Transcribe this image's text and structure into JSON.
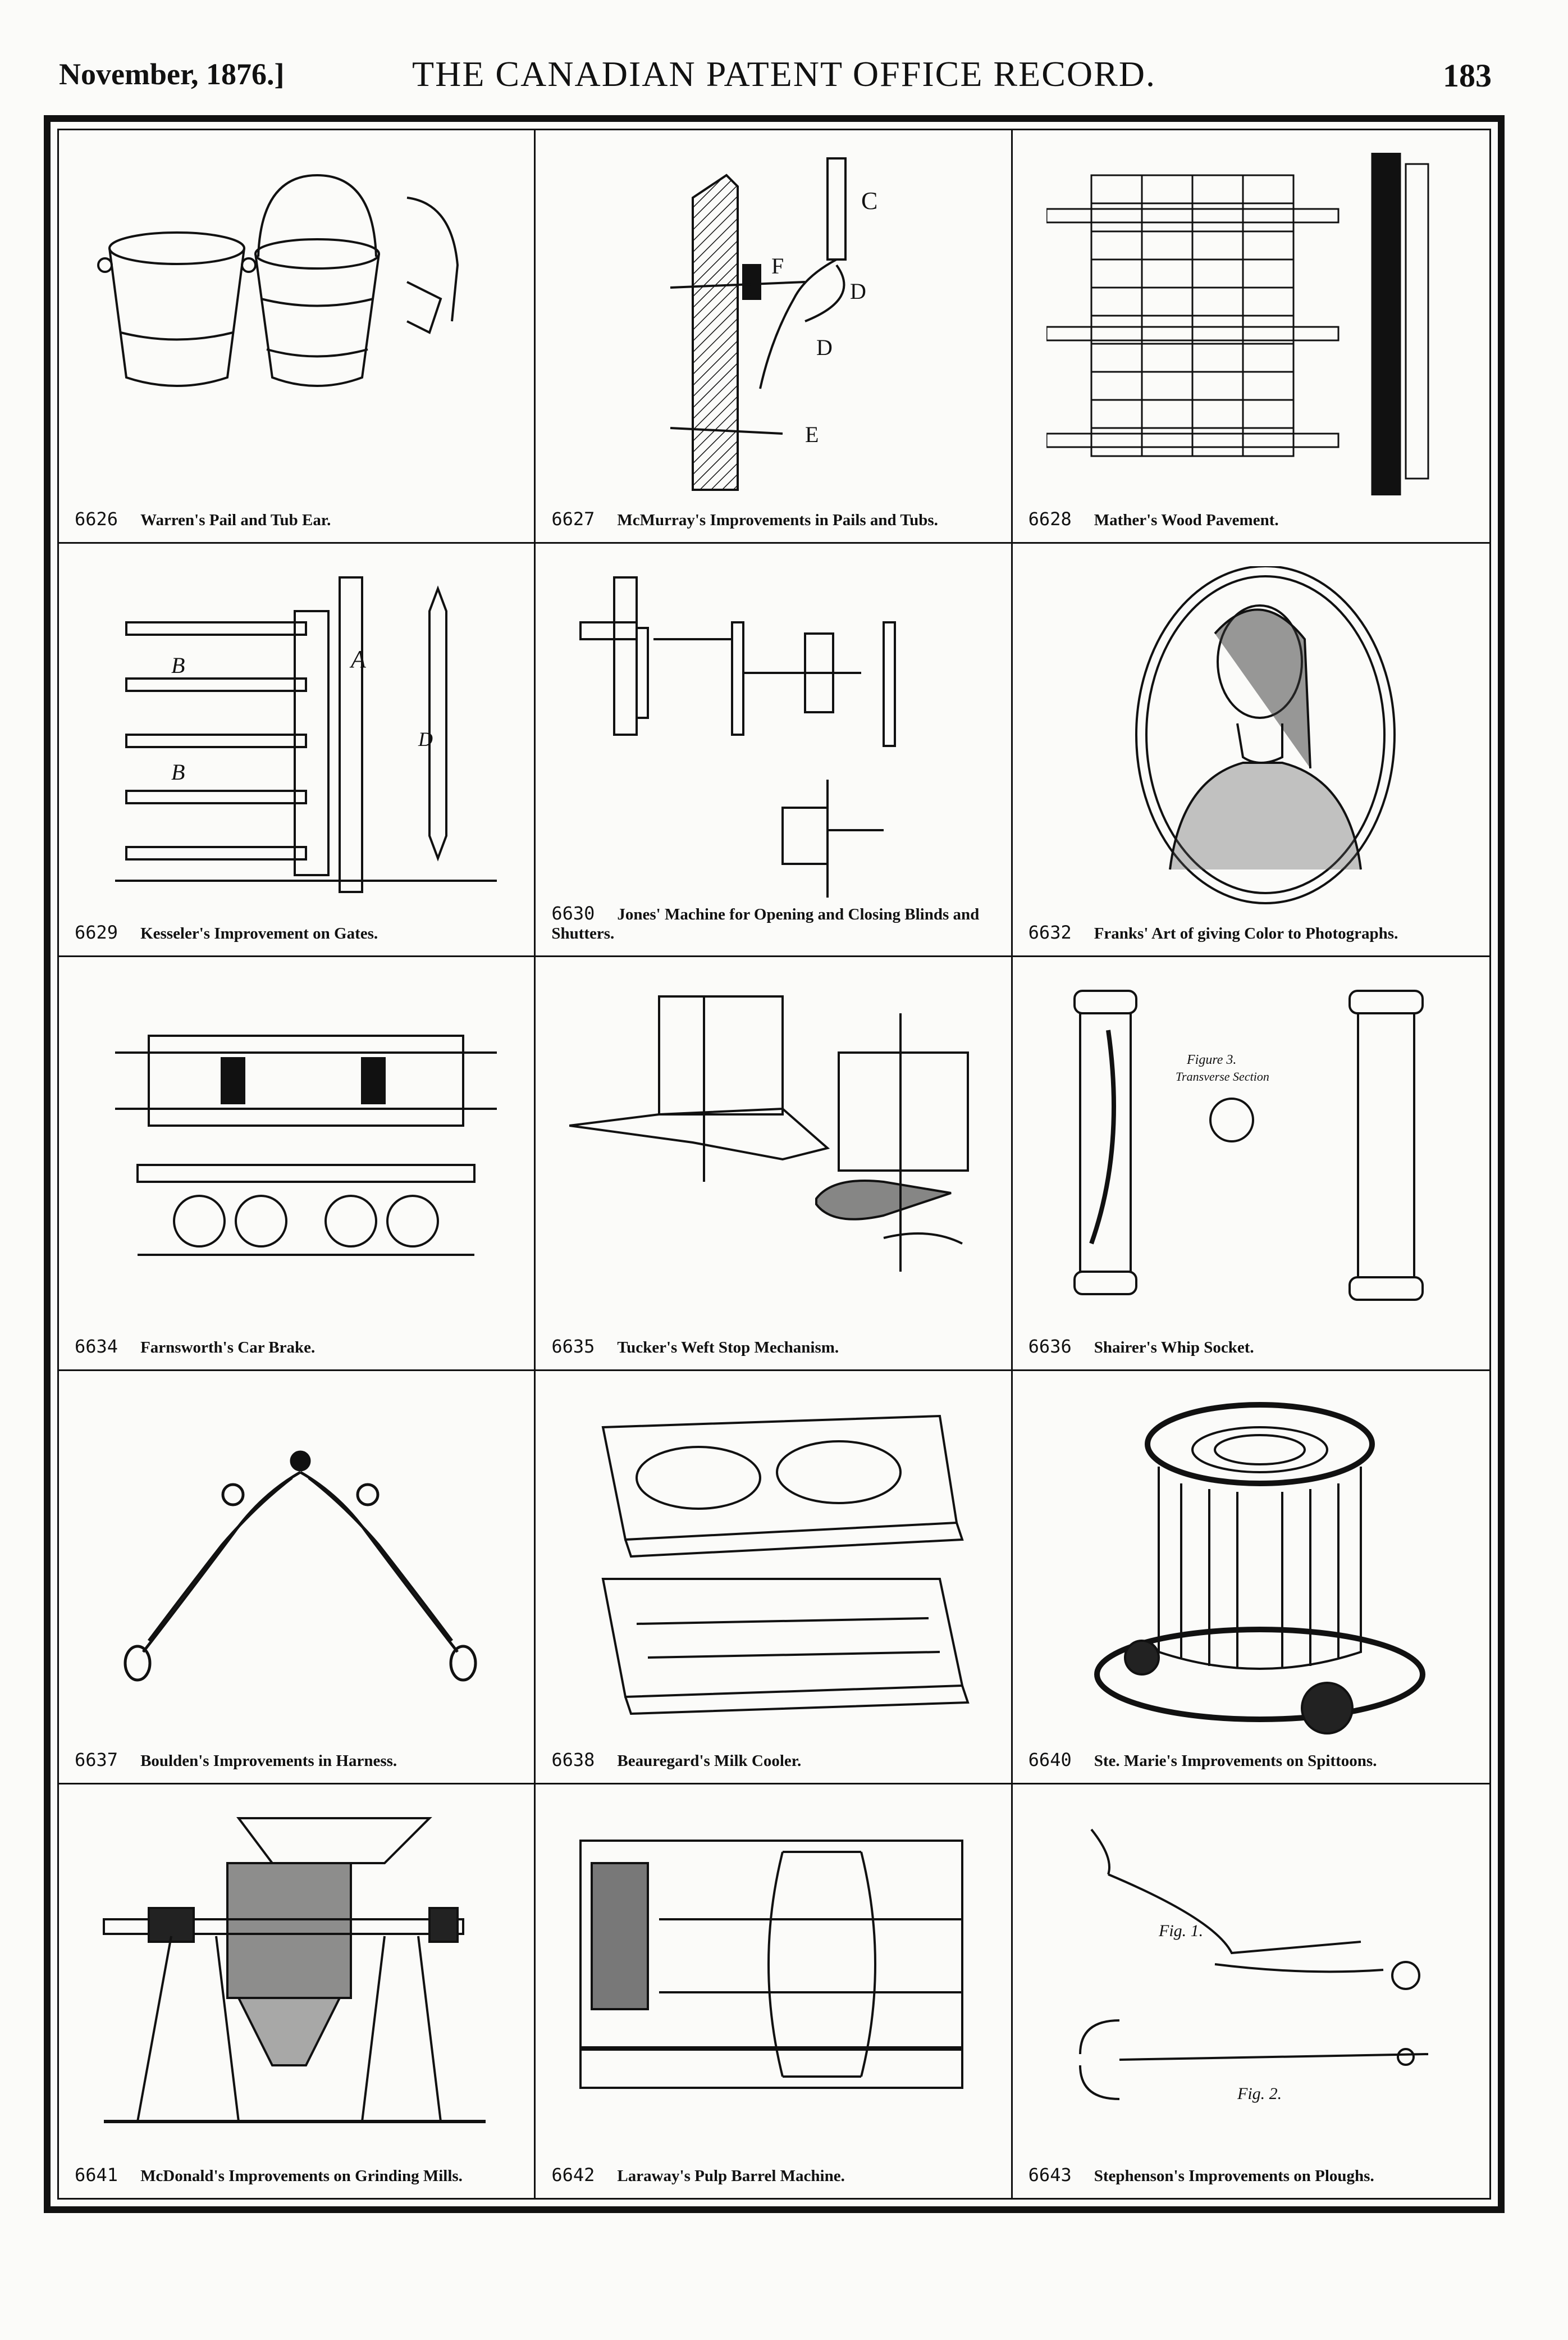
{
  "header": {
    "date": "November, 1876.]",
    "title": "THE CANADIAN PATENT OFFICE RECORD.",
    "page": "183"
  },
  "patents": [
    {
      "number": "6626",
      "title": "Warren's Pail and Tub Ear.",
      "icon": "pail-icon"
    },
    {
      "number": "6627",
      "title": "McMurray's Improvements in Pails and Tubs.",
      "icon": "pail-ear-icon"
    },
    {
      "number": "6628",
      "title": "Mather's Wood Pavement.",
      "icon": "brick-pavement-icon"
    },
    {
      "number": "6629",
      "title": "Kesseler's Improvement on Gates.",
      "icon": "gate-icon"
    },
    {
      "number": "6630",
      "title": "Jones' Machine for Opening and Closing Blinds and Shutters.",
      "icon": "shutter-machine-icon"
    },
    {
      "number": "6632",
      "title": "Franks' Art of giving Color to Photographs.",
      "icon": "portrait-icon"
    },
    {
      "number": "6634",
      "title": "Farnsworth's Car Brake.",
      "icon": "car-brake-icon"
    },
    {
      "number": "6635",
      "title": "Tucker's Weft Stop Mechanism.",
      "icon": "weft-stop-icon"
    },
    {
      "number": "6636",
      "title": "Shairer's Whip Socket.",
      "icon": "whip-socket-icon"
    },
    {
      "number": "6637",
      "title": "Boulden's Improvements in Harness.",
      "icon": "harness-icon"
    },
    {
      "number": "6638",
      "title": "Beauregard's Milk Cooler.",
      "icon": "milk-cooler-icon"
    },
    {
      "number": "6640",
      "title": "Ste. Marie's Improvements on Spittoons.",
      "icon": "spittoon-icon"
    },
    {
      "number": "6641",
      "title": "McDonald's Improvements on Grinding Mills.",
      "icon": "grinding-mill-icon"
    },
    {
      "number": "6642",
      "title": "Laraway's Pulp Barrel Machine.",
      "icon": "barrel-machine-icon"
    },
    {
      "number": "6643",
      "title": "Stephenson's Improvements on Ploughs.",
      "icon": "plough-icon"
    }
  ],
  "figure_labels": {
    "mcmurray": [
      "C",
      "F",
      "D",
      "D",
      "E"
    ],
    "kesseler": [
      "A",
      "B",
      "B",
      "D"
    ],
    "whip": [
      "Figure 3.",
      "Transverse Section"
    ],
    "plough": [
      "Fig. 1.",
      "Fig. 2."
    ]
  }
}
